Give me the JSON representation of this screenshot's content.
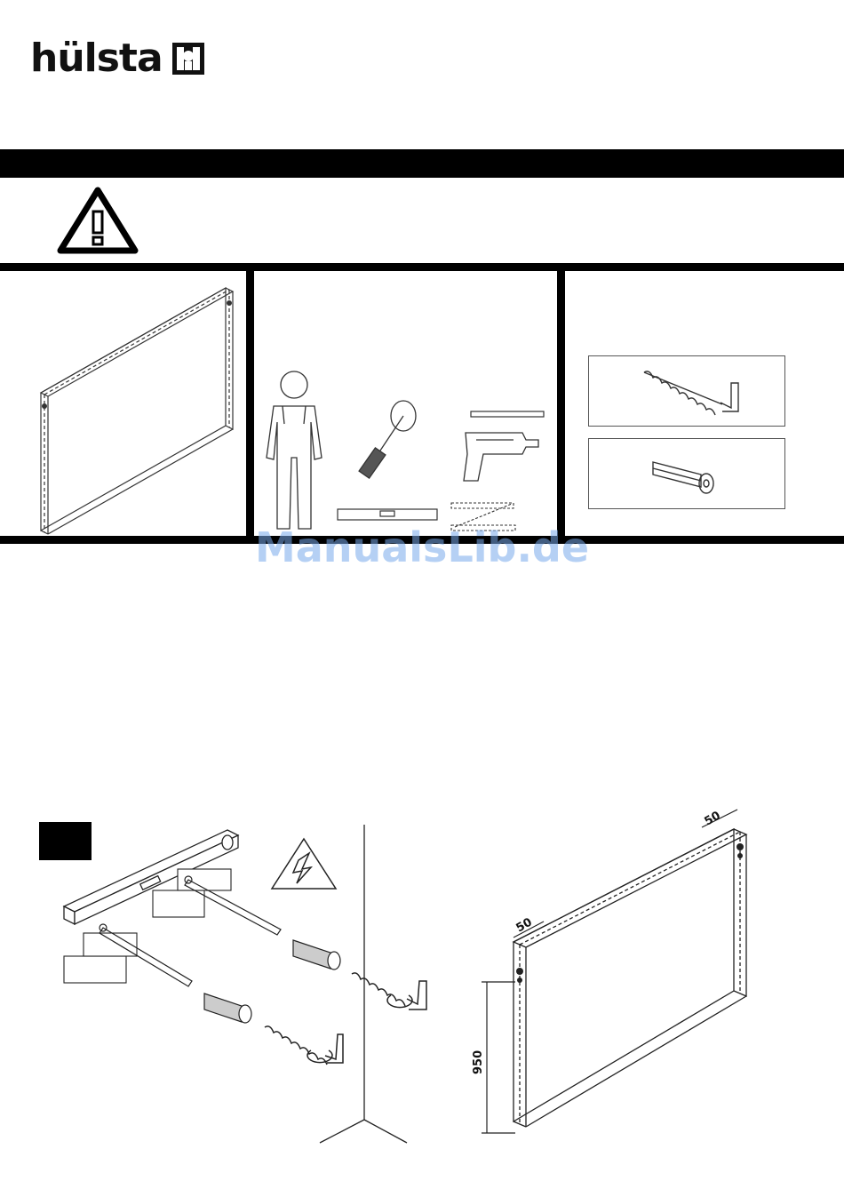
{
  "brand": {
    "name": "hülsta",
    "logo_icon": "hulsta-emblem-icon"
  },
  "header_band": {
    "color": "#000000"
  },
  "warning": {
    "icon": "warning-triangle-icon"
  },
  "panels": {
    "product": {
      "icon": "wall-panel-icon"
    },
    "tools": {
      "icons": [
        "assembler-person-icon",
        "screwdriver-icon",
        "drill-bit-icon",
        "power-drill-icon",
        "spirit-level-icon",
        "folding-ruler-icon"
      ]
    },
    "hardware": {
      "icons": [
        "hook-screw-icon",
        "wall-plug-icon"
      ]
    }
  },
  "watermark": {
    "text": "ManualsLib.de"
  },
  "step": {
    "icons": [
      "brick-wall-icon",
      "spirit-level-icon",
      "drill-bit-icon",
      "wall-plug-icon",
      "hook-screw-icon",
      "electrical-hazard-icon"
    ],
    "dimensions": {
      "top_offset": "50",
      "left_offset": "50",
      "height": "950"
    }
  }
}
